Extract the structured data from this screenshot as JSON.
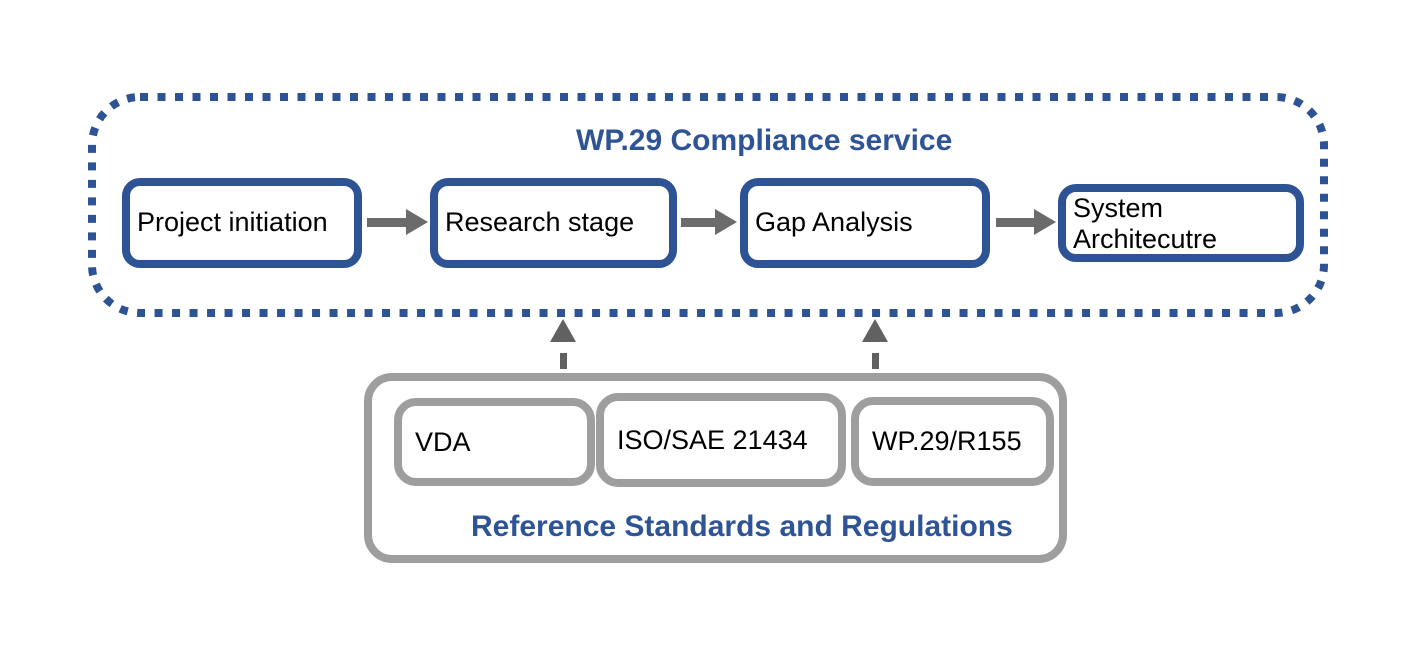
{
  "colors": {
    "accent_blue": "#2F5496",
    "box_border_blue": "#2E5395",
    "gray_border": "#9E9E9E",
    "arrow_gray": "#6B6B6B",
    "dashed_arrow_gray": "#616161",
    "text_black": "#000000",
    "background": "#FFFFFF"
  },
  "compliance": {
    "title": "WP.29 Compliance service",
    "stages": [
      {
        "label": "Project initiation"
      },
      {
        "label": "Research stage"
      },
      {
        "label": "Gap Analysis"
      },
      {
        "label": "System Architecutre"
      }
    ]
  },
  "standards": {
    "label": "Reference Standards and Regulations",
    "items": [
      {
        "label": "VDA"
      },
      {
        "label": "ISO/SAE 21434"
      },
      {
        "label": "WP.29/R155"
      }
    ]
  }
}
